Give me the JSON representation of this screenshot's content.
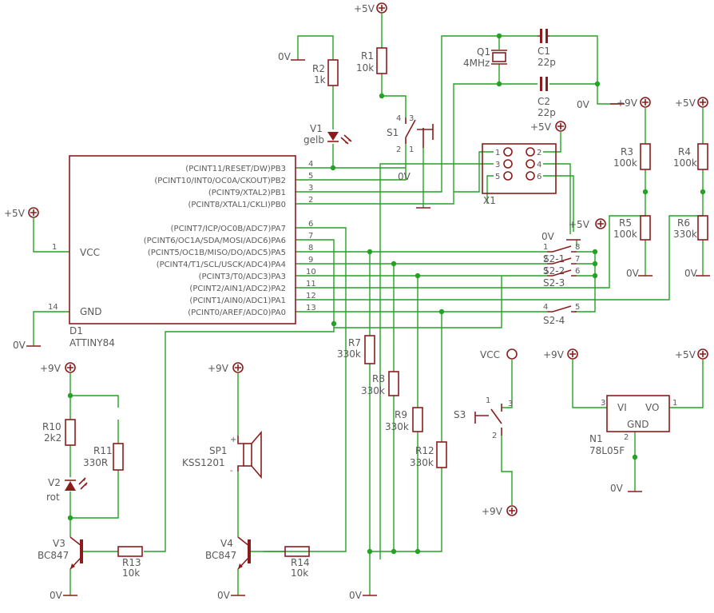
{
  "mcu": {
    "name": "D1",
    "value": "ATTINY84",
    "vcc": "VCC",
    "gnd": "GND",
    "vcc_num": "1",
    "gnd_num": "14",
    "pins": [
      {
        "num": "4",
        "label": "(PCINT11/RESET/DW)PB3"
      },
      {
        "num": "5",
        "label": "(PCINT10/INT0/OC0A/CKOUT)PB2"
      },
      {
        "num": "3",
        "label": "(PCINT9/XTAL2)PB1"
      },
      {
        "num": "2",
        "label": "(PCINT8/XTAL1/CKLI)PB0"
      },
      {
        "num": "6",
        "label": "(PCINT7/ICP/OC0B/ADC7)PA7"
      },
      {
        "num": "7",
        "label": "(PCINT6/OC1A/SDA/MOSI/ADC6)PA6"
      },
      {
        "num": "8",
        "label": "(PCINT5/OC1B/MISO/DO/ADC5)PA5"
      },
      {
        "num": "9",
        "label": "(PCINT4/T1/SCL/USCK/ADC4)PA4"
      },
      {
        "num": "10",
        "label": "(PCINT3/T0/ADC3)PA3"
      },
      {
        "num": "11",
        "label": "(PCINT2/AIN1/ADC2)PA2"
      },
      {
        "num": "12",
        "label": "(PCINT1/AIN0/ADC1)PA1"
      },
      {
        "num": "13",
        "label": "(PCINT0/AREF/ADC0)PA0"
      }
    ]
  },
  "supplies": {
    "p5v": "+5V",
    "p9v": "+9V",
    "gnd0v": "0V",
    "vcc": "VCC"
  },
  "resistors": {
    "R1": {
      "name": "R1",
      "value": "10k"
    },
    "R2": {
      "name": "R2",
      "value": "1k"
    },
    "R3": {
      "name": "R3",
      "value": "100k"
    },
    "R4": {
      "name": "R4",
      "value": "100k"
    },
    "R5": {
      "name": "R5",
      "value": "100k"
    },
    "R6": {
      "name": "R6",
      "value": "330k"
    },
    "R7": {
      "name": "R7",
      "value": "330k"
    },
    "R8": {
      "name": "R8",
      "value": "330k"
    },
    "R9": {
      "name": "R9",
      "value": "330k"
    },
    "R10": {
      "name": "R10",
      "value": "2k2"
    },
    "R11": {
      "name": "R11",
      "value": "330R"
    },
    "R12": {
      "name": "R12",
      "value": "330k"
    },
    "R13": {
      "name": "R13",
      "value": "10k"
    },
    "R14": {
      "name": "R14",
      "value": "10k"
    }
  },
  "caps": {
    "C1": {
      "name": "C1",
      "value": "22p"
    },
    "C2": {
      "name": "C2",
      "value": "22p"
    }
  },
  "crystal": {
    "name": "Q1",
    "value": "4MHz"
  },
  "leds": {
    "V1": {
      "name": "V1",
      "value": "gelb"
    },
    "V2": {
      "name": "V2",
      "value": "rot"
    }
  },
  "transistors": {
    "V3": {
      "name": "V3",
      "value": "BC847"
    },
    "V4": {
      "name": "V4",
      "value": "BC847"
    }
  },
  "speaker": {
    "name": "SP1",
    "value": "KSS1201",
    "plus": "+",
    "minus": "-"
  },
  "regulator": {
    "name": "N1",
    "value": "78L05F",
    "vi": "VI",
    "vo": "VO",
    "gnd": "GND",
    "p3": "3",
    "p1": "1",
    "p2": "2"
  },
  "connector": {
    "name": "X1",
    "pins": [
      "1",
      "2",
      "3",
      "4",
      "5",
      "6"
    ]
  },
  "switches": {
    "S1": {
      "name": "S1",
      "pins": [
        "4",
        "3",
        "2",
        "1"
      ]
    },
    "S3": {
      "name": "S3",
      "pins": [
        "1",
        "3",
        "2"
      ]
    },
    "S2": [
      {
        "name": "S2-1",
        "a": "1",
        "b": "8"
      },
      {
        "name": "S2-2",
        "a": "2",
        "b": "7"
      },
      {
        "name": "S2-3",
        "a": "3",
        "b": "6"
      },
      {
        "name": "S2-4",
        "a": "4",
        "b": "5"
      }
    ]
  }
}
